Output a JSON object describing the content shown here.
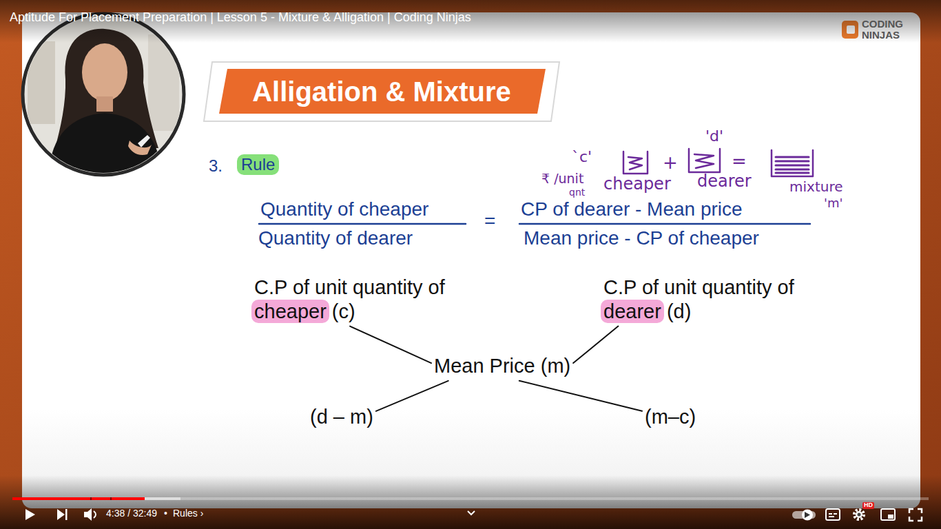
{
  "diagram": {
    "title": "Alligation & Mixture",
    "nodes": [
      {
        "text": [
          "C.P of unit quantity of cheaper (c)"
        ]
      },
      {
        "text": [
          "C.P of unit quantity of dearer (d)"
        ]
      },
      {
        "text": [
          "Mean Price (m)"
        ]
      },
      {
        "text": [
          "(d – m)"
        ]
      },
      {
        "text": [
          "(m–c)"
        ]
      }
    ],
    "edges": [
      {
        "from": 0,
        "to": 2,
        "arrow": "none"
      },
      {
        "from": 1,
        "to": 2,
        "arrow": "none"
      },
      {
        "from": 2,
        "to": 3,
        "arrow": "none"
      },
      {
        "from": 2,
        "to": 4,
        "arrow": "none"
      }
    ],
    "labels": [
      "Aptitude For Placement Preparation | Lesson 5 - Mixture & Alligation | Coding Ninjas",
      "CODING",
      "NINJAS",
      "3.",
      "Rule",
      "Quantity of cheaper",
      "Quantity of dearer",
      "=",
      "CP of dearer - Mean price",
      "Mean price - CP of cheaper",
      "`c'",
      "'d'",
      "₹ /unit",
      "qnt",
      "+",
      "=",
      "cheaper",
      "dearer",
      "mixture",
      "'m'",
      "4:38 / 32:49",
      "•",
      "Rules ›",
      "HD"
    ]
  }
}
